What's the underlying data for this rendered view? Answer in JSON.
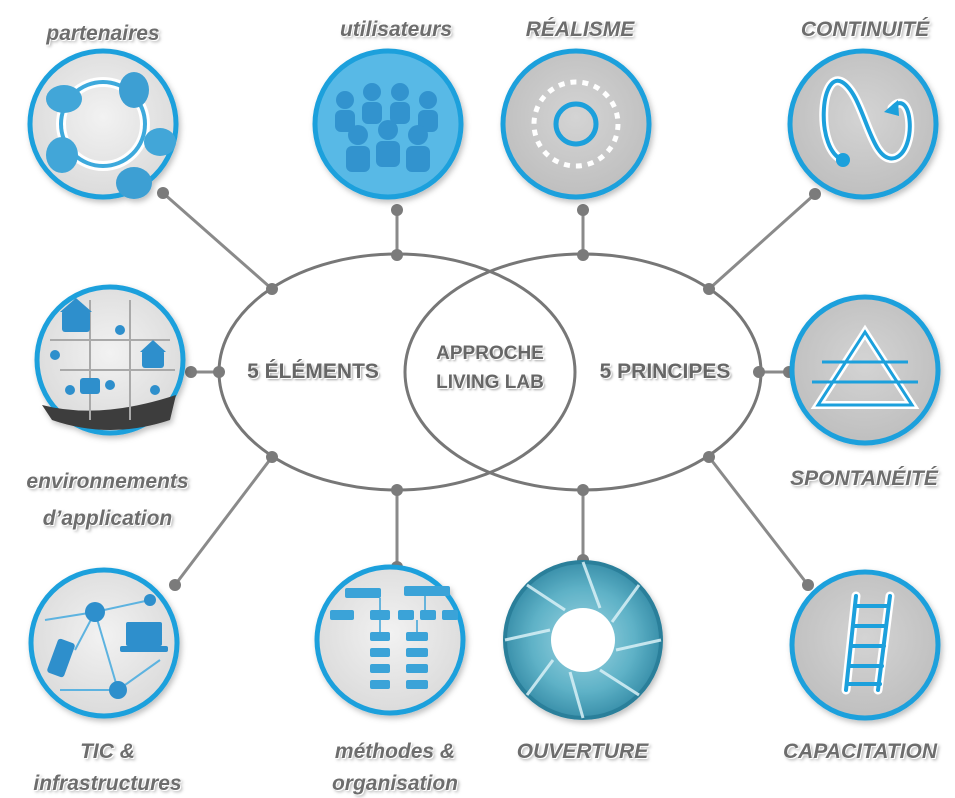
{
  "center": {
    "left_title": "5  ÉLÉMENTS",
    "right_title": "5  PRINCIPES",
    "middle_line1": "APPROCHE",
    "middle_line2": "LIVING LAB"
  },
  "elements": [
    {
      "id": "partenaires",
      "label": "partenaires",
      "icon": "hands-circle-icon"
    },
    {
      "id": "utilisateurs",
      "label": "utilisateurs",
      "icon": "crowd-icon"
    },
    {
      "id": "environnements",
      "label_line1": "environnements",
      "label_line2": "d’application",
      "icon": "city-map-icon"
    },
    {
      "id": "tic",
      "label_line1": "TIC &",
      "label_line2": "infrastructures",
      "icon": "network-devices-icon"
    },
    {
      "id": "methodes",
      "label_line1": "méthodes &",
      "label_line2": "organisation",
      "icon": "org-chart-icon"
    }
  ],
  "principles": [
    {
      "id": "realisme",
      "label": "RÉALISME",
      "icon": "target-rings-icon"
    },
    {
      "id": "continuite",
      "label": "CONTINUITÉ",
      "icon": "loop-arrow-icon"
    },
    {
      "id": "spontaneite",
      "label": "SPONTANÉITÉ",
      "icon": "pyramid-icon"
    },
    {
      "id": "capacitation",
      "label": "CAPACITATION",
      "icon": "ladder-icon"
    },
    {
      "id": "ouverture",
      "label": "OUVERTURE",
      "icon": "aperture-icon"
    }
  ],
  "colors": {
    "accent": "#1aa0dc",
    "line": "#8a8a8a",
    "circle_fill": "#c9c9c9",
    "text": "#6d6d6d"
  }
}
